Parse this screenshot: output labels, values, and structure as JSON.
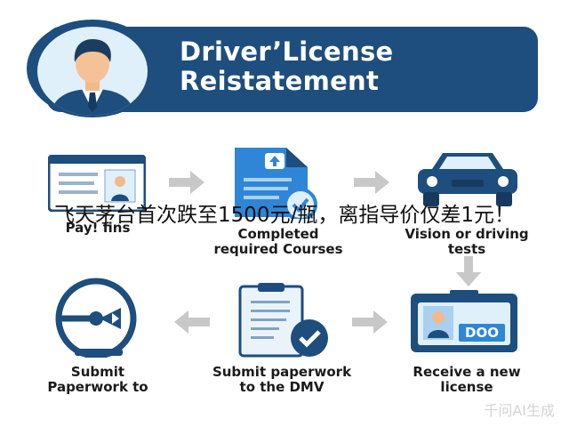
{
  "header": {
    "title_line1": "Driver’License",
    "title_line2": "Reistatement",
    "icon": "driver-avatar-icon"
  },
  "steps": [
    {
      "label": "Pay! fins",
      "icon": "id-card-screen-icon"
    },
    {
      "label_line1": "Completed",
      "label_line2": "required Courses",
      "icon": "document-upload-icon"
    },
    {
      "label_line1": "Vision or driving",
      "label_line2": "tests",
      "icon": "car-icon"
    },
    {
      "label_line1": "Receive a new",
      "label_line2": "license",
      "badge": "DOO",
      "icon": "license-card-icon"
    },
    {
      "label_line1": "Submit paperwork",
      "label_line2": "to the DMV",
      "icon": "clipboard-check-icon"
    },
    {
      "label_line1": "Submit",
      "label_line2": "Paperwork to",
      "icon": "steering-wheel-icon"
    }
  ],
  "overlay_text": "飞天茅台首次跌至1500元/瓶，离指导价仅差1元！",
  "watermark": "千问AI生成",
  "colors": {
    "navy": "#1d4e7d",
    "light_blue": "#dff0fb",
    "accent_blue": "#2f86d6",
    "arrow_gray": "#c8c8c8"
  }
}
